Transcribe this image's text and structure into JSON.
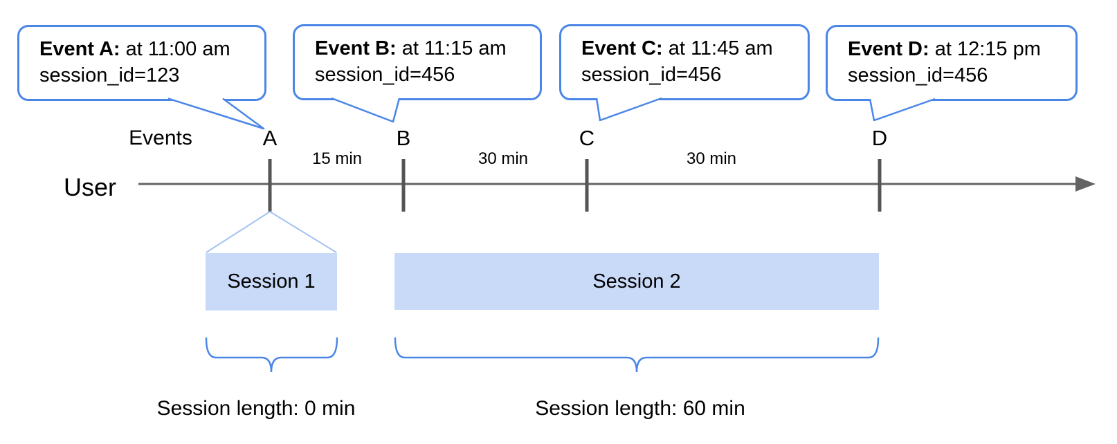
{
  "colors": {
    "accent_blue": "#4a86e8",
    "light_blue_connector": "#a4c2f4",
    "session_bar_fill": "#c9daf8",
    "axis_gray": "#636363",
    "tick_gray": "#555555",
    "text_black": "#000000"
  },
  "bubbles": [
    {
      "title": "Event A:",
      "time_text": " at 11:00 am",
      "session_text": "session_id=123"
    },
    {
      "title": "Event B:",
      "time_text": " at 11:15 am",
      "session_text": "session_id=456"
    },
    {
      "title": "Event C:",
      "time_text": " at 11:45 am",
      "session_text": "session_id=456"
    },
    {
      "title": "Event D:",
      "time_text": " at 12:15 pm",
      "session_text": "session_id=456"
    }
  ],
  "timeline": {
    "axis_label": "User",
    "events_label": "Events",
    "events": [
      {
        "label": "A"
      },
      {
        "label": "B"
      },
      {
        "label": "C"
      },
      {
        "label": "D"
      }
    ],
    "intervals": [
      {
        "label": "15 min"
      },
      {
        "label": "30 min"
      },
      {
        "label": "30 min"
      }
    ]
  },
  "sessions": [
    {
      "label": "Session 1",
      "length_label": "Session length: 0 min"
    },
    {
      "label": "Session 2",
      "length_label": "Session length: 60 min"
    }
  ]
}
